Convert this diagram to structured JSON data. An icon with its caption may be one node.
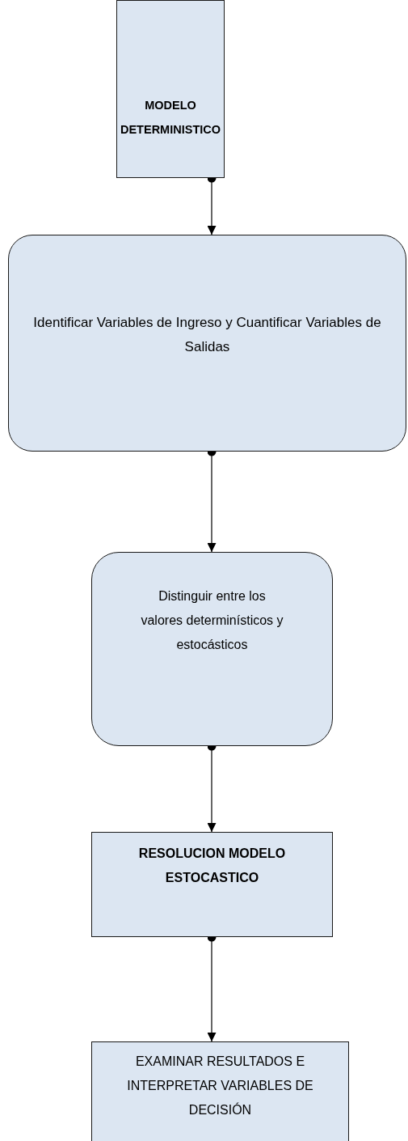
{
  "diagram": {
    "nodes": [
      {
        "text": [
          "MODELO DETERMINISTICO"
        ]
      },
      {
        "text": [
          "Identificar Variables de Ingreso y Cuantificar Variables de Salidas"
        ]
      },
      {
        "text": [
          "Distinguir entre los valores determinísticos y estocásticos"
        ]
      },
      {
        "text": [
          "RESOLUCION MODELO ESTOCASTICO"
        ]
      },
      {
        "text": [
          "EXAMINAR RESULTADOS E INTERPRETAR VARIABLES DE DECISIÓN"
        ]
      }
    ],
    "edges": [
      {
        "from": 0,
        "to": 1,
        "arrow": "to"
      },
      {
        "from": 1,
        "to": 2,
        "arrow": "to"
      },
      {
        "from": 2,
        "to": 3,
        "arrow": "to"
      },
      {
        "from": 3,
        "to": 4,
        "arrow": "to"
      }
    ]
  }
}
